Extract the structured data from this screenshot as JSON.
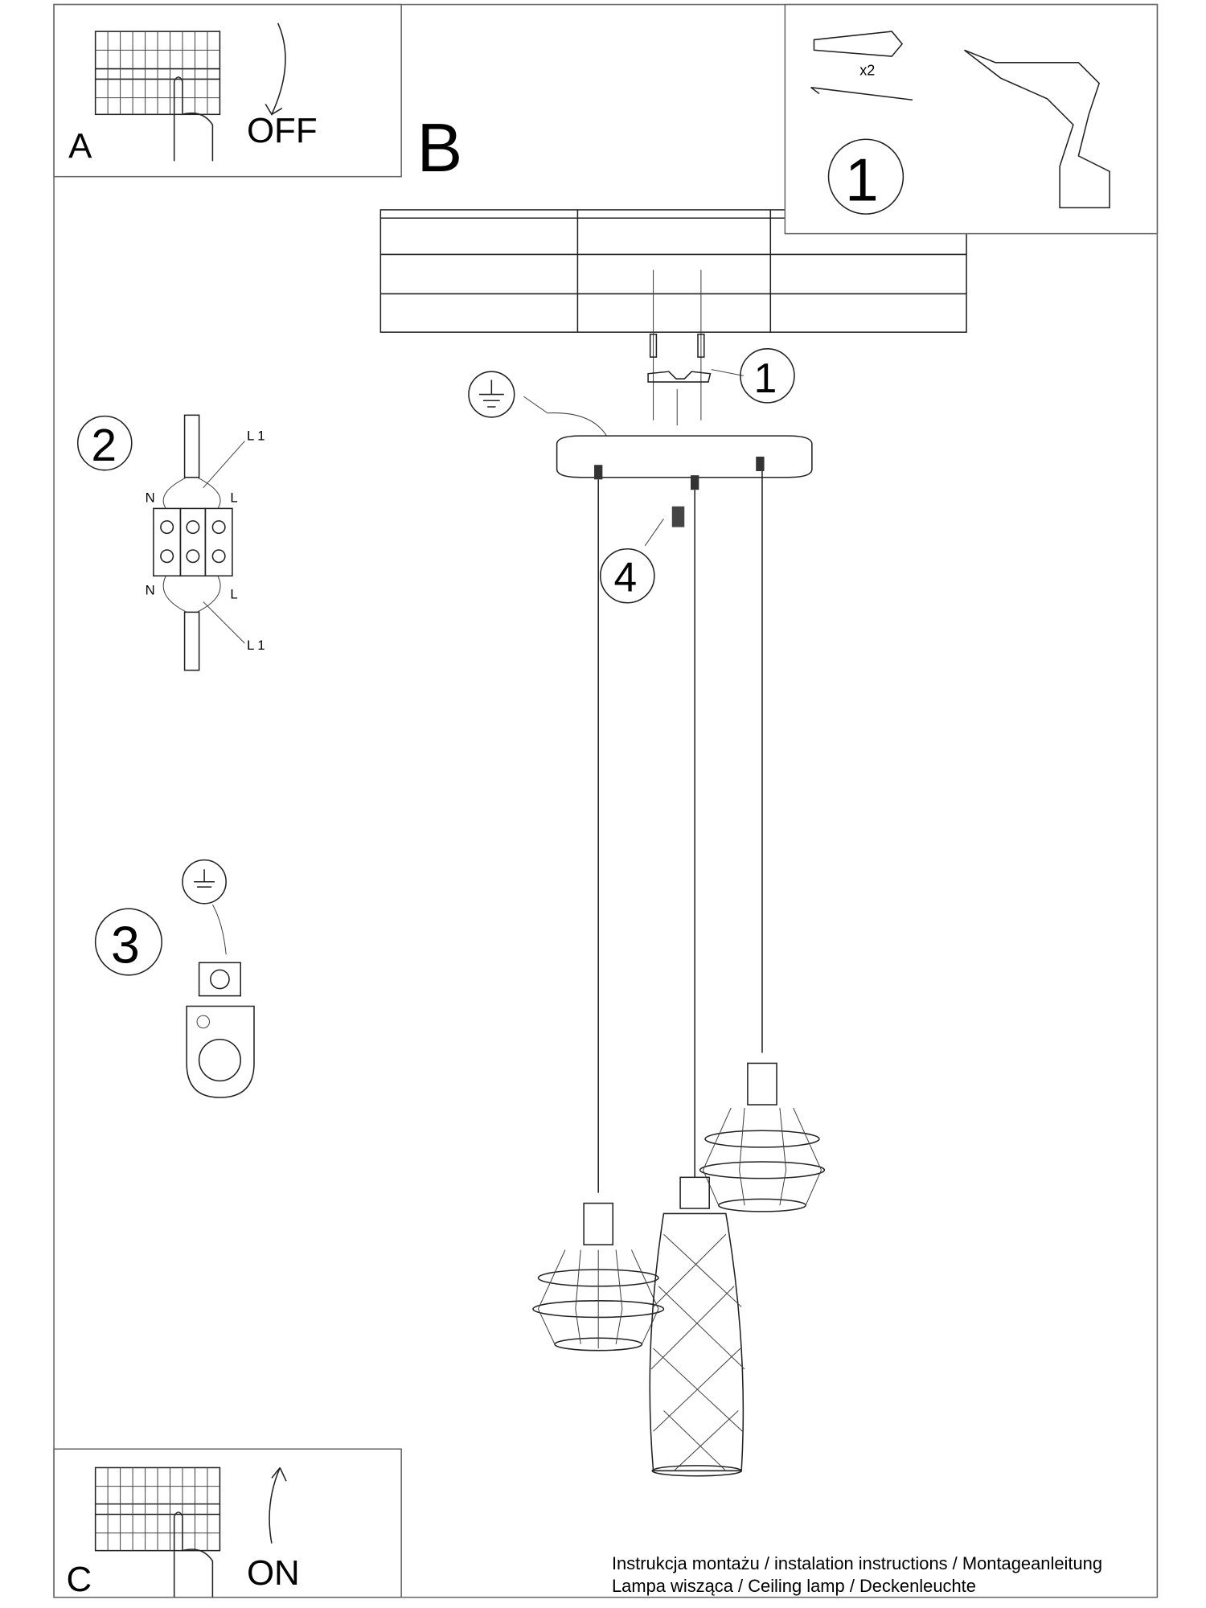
{
  "panel_a": {
    "letter": "A",
    "state": "OFF"
  },
  "panel_b": {
    "letter": "B"
  },
  "panel_tools": {
    "step": "1",
    "quantity": "x2"
  },
  "step2": {
    "number": "2",
    "label_l1_top": "L 1",
    "label_n_top": "N",
    "label_l_top": "L",
    "label_n_bottom": "N",
    "label_l_bottom": "L",
    "label_l1_bottom": "L 1"
  },
  "step3": {
    "number": "3"
  },
  "callouts": {
    "bracket": "1",
    "screw": "4"
  },
  "panel_c": {
    "letter": "C",
    "state": "ON"
  },
  "footer": {
    "line1": "Instrukcja montażu / instalation instructions / Montageanleitung",
    "line2": "Lampa wisząca / Ceiling lamp / Deckenleuchte"
  }
}
